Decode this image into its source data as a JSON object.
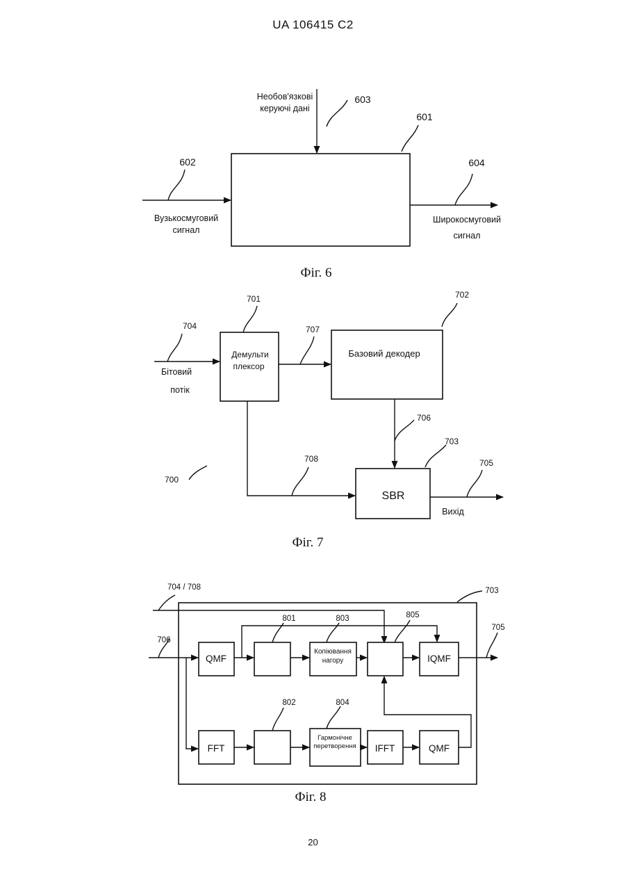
{
  "header": "UA   106415   C2",
  "page_number": "20",
  "fig6": {
    "caption": "Фіг. 6",
    "top_label": [
      "Необов'язкові",
      "керуючі дані"
    ],
    "input_label": [
      "Вузькосмуговий",
      "сигнал"
    ],
    "output_label": [
      "Широкосмуговий",
      "сигнал"
    ],
    "refs": {
      "box": "601",
      "input": "602",
      "top": "603",
      "output": "604"
    }
  },
  "fig7": {
    "caption": "Фіг. 7",
    "demux_label": [
      "Демульти",
      "плексор"
    ],
    "core_label": "Базовий декодер",
    "sbr_label": "SBR",
    "input_label": [
      "Бітовий",
      "потік"
    ],
    "output_label": "Вихід",
    "refs": {
      "system": "700",
      "demux": "701",
      "core": "702",
      "sbr": "703",
      "input": "704",
      "output": "705",
      "core_out": "706",
      "demux_core": "707",
      "demux_sbr": "708"
    }
  },
  "fig8": {
    "caption": "Фіг. 8",
    "qmf_label": "QMF",
    "iqmf_label": "IQMF",
    "fft_label": "FFT",
    "ifft_label": "IFFT",
    "qmf2_label": "QMF",
    "copy_label": [
      "Копіювання",
      "нагору"
    ],
    "harm_label": [
      "Гармонічне",
      "перетворення"
    ],
    "refs": {
      "top_input": "704 / 708",
      "sbr": "703",
      "input": "706",
      "output": "705",
      "b801": "801",
      "b802": "802",
      "b803": "803",
      "b804": "804",
      "b805": "805"
    }
  }
}
